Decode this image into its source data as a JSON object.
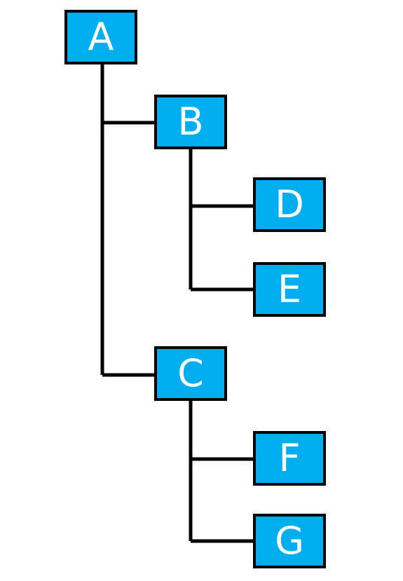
{
  "colors": {
    "node_fill": "#00ADEF",
    "node_border": "#000000",
    "node_text": "#FFFFFF",
    "connector": "#000000"
  },
  "tree": {
    "root": {
      "label": "A",
      "children": [
        {
          "label": "B",
          "children": [
            {
              "label": "D"
            },
            {
              "label": "E"
            }
          ]
        },
        {
          "label": "C",
          "children": [
            {
              "label": "F"
            },
            {
              "label": "G"
            }
          ]
        }
      ]
    }
  }
}
